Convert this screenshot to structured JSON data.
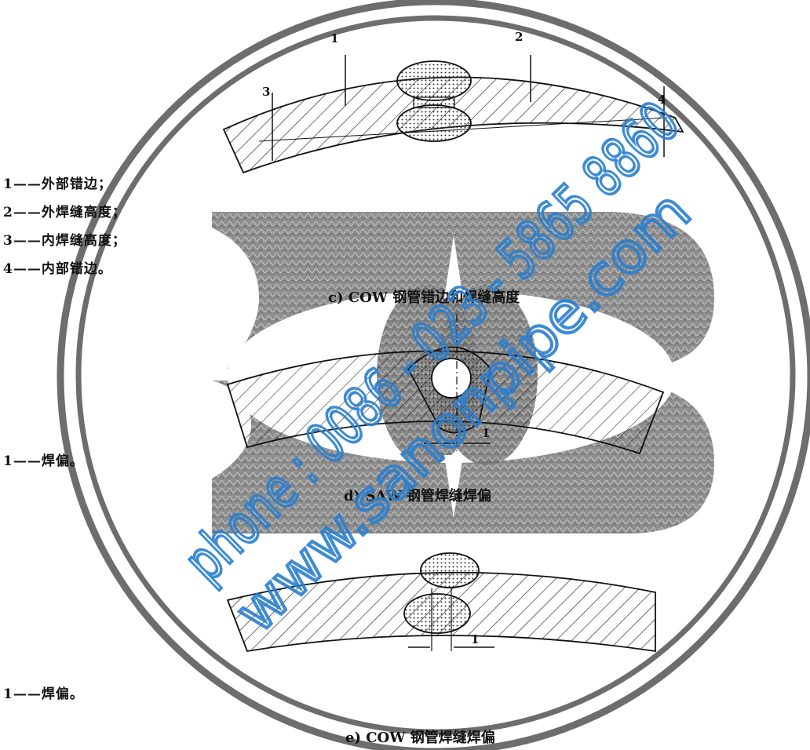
{
  "legend_c": [
    {
      "num": "1",
      "text": "外部错边；"
    },
    {
      "num": "2",
      "text": "外焊缝高度；"
    },
    {
      "num": "3",
      "text": "内焊缝高度；"
    },
    {
      "num": "4",
      "text": "内部错边。"
    }
  ],
  "legend_d": [
    {
      "num": "1",
      "text": "焊偏。"
    }
  ],
  "legend_e": [
    {
      "num": "1",
      "text": "焊偏。"
    }
  ],
  "captions": {
    "c": "c)  COW 钢管错边和焊缝高度",
    "d": "d)  SAW 钢管焊缝焊偏",
    "e": "e)  COW 钢管焊缝焊偏"
  },
  "callouts_c": [
    "1",
    "2",
    "3",
    "4"
  ],
  "callout_d": "1",
  "callout_e": "1",
  "watermark": {
    "line1": "phone : 0086 - 023 - 5865 8860",
    "line2": "www.sanonpipe.com",
    "color": "#2a7fd0"
  }
}
